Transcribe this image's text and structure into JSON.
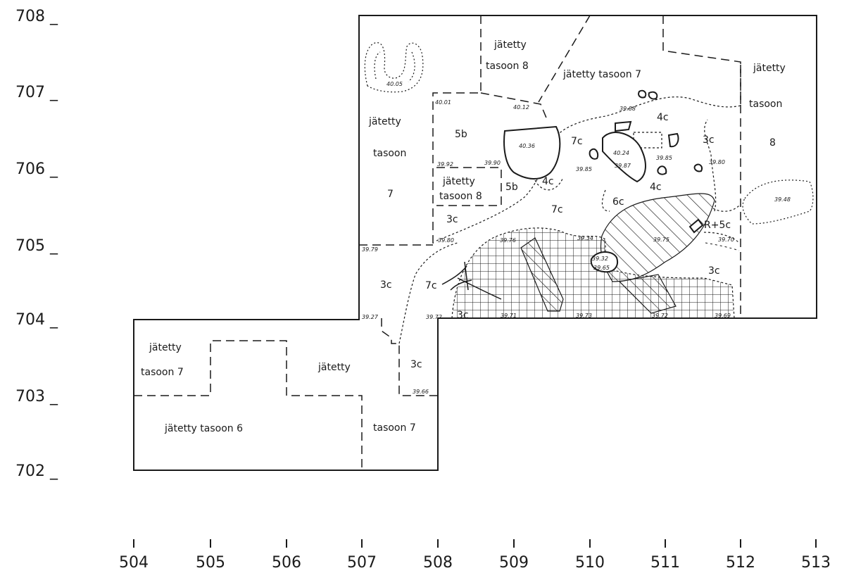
{
  "y_axis": {
    "labels": [
      "708 _",
      "707 _",
      "706 _",
      "705 _",
      "704 _",
      "703 _",
      "702 _"
    ]
  },
  "x_axis": {
    "labels": [
      "504",
      "505",
      "506",
      "507",
      "508",
      "509",
      "510",
      "511",
      "512",
      "513"
    ]
  },
  "areas": {
    "a1": "jätetty",
    "a2": "tasoon 8",
    "a3": "jätetty tasoon 7",
    "a4": "jätetty",
    "a5": "tasoon",
    "a6": "8",
    "a7": "jätetty",
    "a8": "tasoon",
    "a9": "7",
    "a10": "5b",
    "a11": "jätetty",
    "a12": "tasoon 8",
    "a13": "3c",
    "a14": "5b",
    "a15": "4c",
    "a16": "7c",
    "a17": "7c",
    "a18": "4c",
    "a19": "4c",
    "a20": "3c",
    "a21": "6c",
    "a22": "R+5c",
    "a23": "3c",
    "a24": "7c",
    "a25": "3c",
    "a26": "3c",
    "a27": "3c",
    "a28": "jätetty",
    "a29": "tasoon 7",
    "a30": "jätetty",
    "a31": "jätetty tasoon 6",
    "a32": "tasoon 7"
  },
  "elevations": {
    "e1": "40.05",
    "e2": "40.01",
    "e3": "40.12",
    "e4": "39.88",
    "e5": "40.36",
    "e6": "40.24",
    "e7": "39.87",
    "e8": "39.85",
    "e9": "39.85",
    "e10": "39.80",
    "e11": "39.92",
    "e12": "39.90",
    "e13": "39.48",
    "e14": "39.80",
    "e15": "39.79",
    "e16": "39.76",
    "e17": "39.34",
    "e18": "39.75",
    "e19": "39.70",
    "e20": "39.32",
    "e21": "39.65",
    "e22": "39.27",
    "e23": "39.72",
    "e24": "39.71",
    "e25": "39.73",
    "e26": "39.72",
    "e27": "39.69",
    "e28": "39.66"
  }
}
